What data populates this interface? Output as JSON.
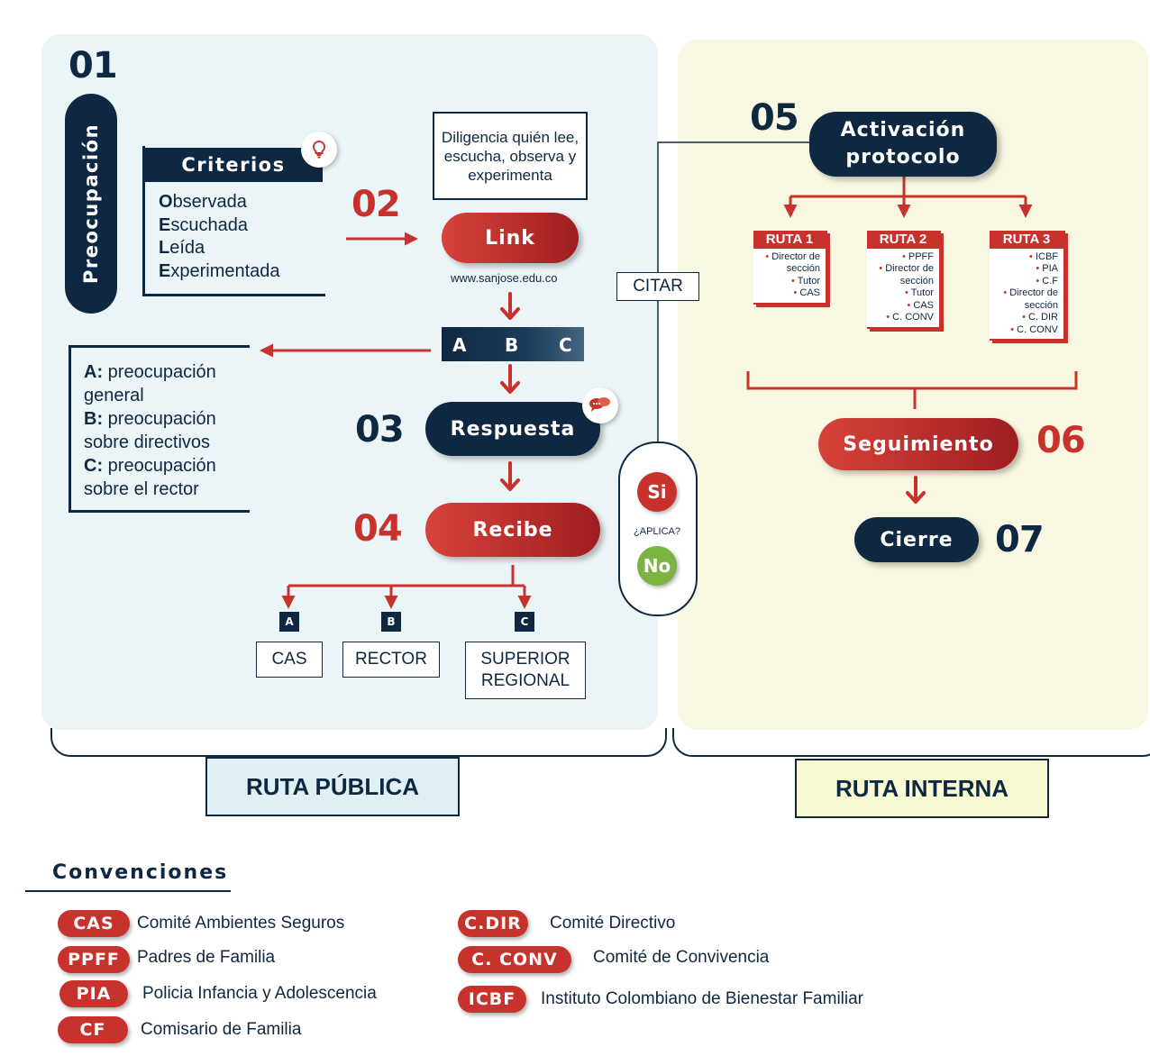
{
  "preocupacion": {
    "number": "01",
    "label": "Preocupación"
  },
  "criterios": {
    "title": "Criterios",
    "items": [
      {
        "initial": "O",
        "rest": "bservada"
      },
      {
        "initial": "E",
        "rest": "scuchada"
      },
      {
        "initial": "L",
        "rest": "eída"
      },
      {
        "initial": "E",
        "rest": "xperimentada"
      }
    ],
    "icon": "lightbulb-icon"
  },
  "diligencia_note": "Diligencia quién lee, escucha, observa y experimenta",
  "step02": {
    "number": "02",
    "label": "Link",
    "url": "www.sanjose.edu.co"
  },
  "abc": {
    "letters": [
      "A",
      "B",
      "C"
    ],
    "descriptions": [
      {
        "key": "A:",
        "text": "preocupación general"
      },
      {
        "key": "B:",
        "text": "preocupación sobre directivos"
      },
      {
        "key": "C:",
        "text": "preocupación sobre el rector"
      }
    ]
  },
  "step03": {
    "number": "03",
    "label": "Respuesta",
    "icon": "chat-bubbles-icon"
  },
  "step04": {
    "number": "04",
    "label": "Recibe"
  },
  "destinations": [
    {
      "letter": "A",
      "label": "CAS"
    },
    {
      "letter": "B",
      "label": "RECTOR"
    },
    {
      "letter": "C",
      "label": "SUPERIOR REGIONAL"
    }
  ],
  "citar": "CITAR",
  "aplica": {
    "yes": "Si",
    "question": "¿APLICA?",
    "no": "No"
  },
  "step05": {
    "number": "05",
    "label": "Activación protocolo"
  },
  "rutas": [
    {
      "title": "RUTA 1",
      "items": [
        "Director de sección",
        "Tutor",
        "CAS"
      ]
    },
    {
      "title": "RUTA 2",
      "items": [
        "PPFF",
        "Director de sección",
        "Tutor",
        "CAS",
        "C. CONV"
      ]
    },
    {
      "title": "RUTA 3",
      "items": [
        "ICBF",
        "PIA",
        "C.F",
        "Director de sección",
        "C. DIR",
        "C. CONV"
      ]
    }
  ],
  "step06": {
    "number": "06",
    "label": "Seguimiento"
  },
  "step07": {
    "number": "07",
    "label": "Cierre"
  },
  "ruta_publica": "RUTA PÚBLICA",
  "ruta_interna": "RUTA INTERNA",
  "convenciones": {
    "title": "Convenciones",
    "left": [
      {
        "abbr": "CAS",
        "meaning": "Comité Ambientes Seguros"
      },
      {
        "abbr": "PPFF",
        "meaning": "Padres de Familia"
      },
      {
        "abbr": "PIA",
        "meaning": "Policia Infancia y Adolescencia"
      },
      {
        "abbr": "CF",
        "meaning": "Comisario de Familia"
      }
    ],
    "right": [
      {
        "abbr": "C.DIR",
        "meaning": "Comité Directivo"
      },
      {
        "abbr": "C. CONV",
        "meaning": "Comité de Convivencia"
      },
      {
        "abbr": "ICBF",
        "meaning": "Instituto Colombiano de Bienestar Familiar"
      }
    ]
  },
  "colors": {
    "navy": "#0f2842",
    "red": "#c8322d",
    "green": "#7cb442",
    "public_bg": "#ebf4f6",
    "internal_bg": "#f8f8e2"
  }
}
